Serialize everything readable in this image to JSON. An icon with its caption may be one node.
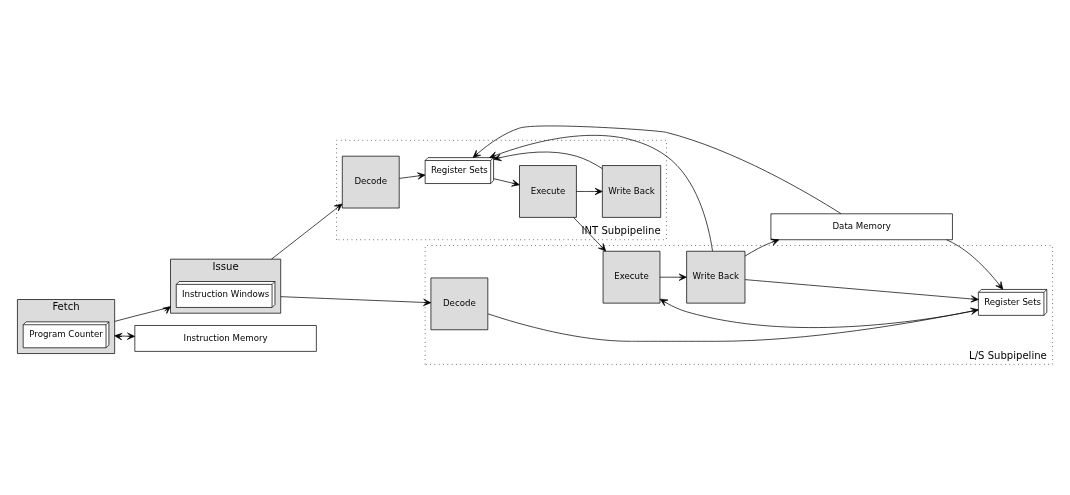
{
  "diagram": {
    "nodes": [
      {
        "text": [
          "Fetch"
        ]
      },
      {
        "text": [
          "Program Counter"
        ],
        "in": 0
      },
      {
        "text": [
          "Issue"
        ]
      },
      {
        "text": [
          "Instruction Windows"
        ],
        "in": 2
      },
      {
        "text": [
          "INT Subpipeline"
        ]
      },
      {
        "text": [
          "Decode"
        ],
        "in": 4
      },
      {
        "text": [
          "Register Sets"
        ],
        "in": 4
      },
      {
        "text": [
          "Execute"
        ],
        "in": 4
      },
      {
        "text": [
          "Write Back"
        ],
        "in": 4
      },
      {
        "text": [
          "L/S Subpipeline"
        ]
      },
      {
        "text": [
          "Decode"
        ],
        "in": 9
      },
      {
        "text": [
          "Register Sets"
        ],
        "in": 9
      },
      {
        "text": [
          "Execute"
        ],
        "in": 9
      },
      {
        "text": [
          "Write Back"
        ],
        "in": 9
      },
      {
        "text": [
          "Instruction Memory"
        ]
      },
      {
        "text": [
          "Data Memory"
        ]
      }
    ],
    "edges": [
      {
        "from": 0,
        "to": 2,
        "arrow": "to"
      },
      {
        "from": 2,
        "to": 5,
        "arrow": "to"
      },
      {
        "from": 2,
        "to": 10,
        "arrow": "to"
      },
      {
        "from": 0,
        "to": 14,
        "arrow": "both"
      },
      {
        "from": 5,
        "to": 6,
        "arrow": "to"
      },
      {
        "from": 6,
        "to": 7,
        "arrow": "to"
      },
      {
        "from": 7,
        "to": 8,
        "arrow": "to"
      },
      {
        "from": 8,
        "to": 6,
        "arrow": "to"
      },
      {
        "from": 7,
        "to": 12,
        "arrow": "to"
      },
      {
        "from": 10,
        "to": 11,
        "arrow": "to"
      },
      {
        "from": 11,
        "to": 12,
        "arrow": "to"
      },
      {
        "from": 12,
        "to": 13,
        "arrow": "to"
      },
      {
        "from": 13,
        "to": 6,
        "arrow": "to"
      },
      {
        "from": 13,
        "to": 11,
        "arrow": "to"
      },
      {
        "from": 13,
        "to": 15,
        "arrow": "to"
      },
      {
        "from": 15,
        "to": 11,
        "arrow": "to"
      },
      {
        "from": 15,
        "to": 6,
        "arrow": "to"
      }
    ]
  }
}
